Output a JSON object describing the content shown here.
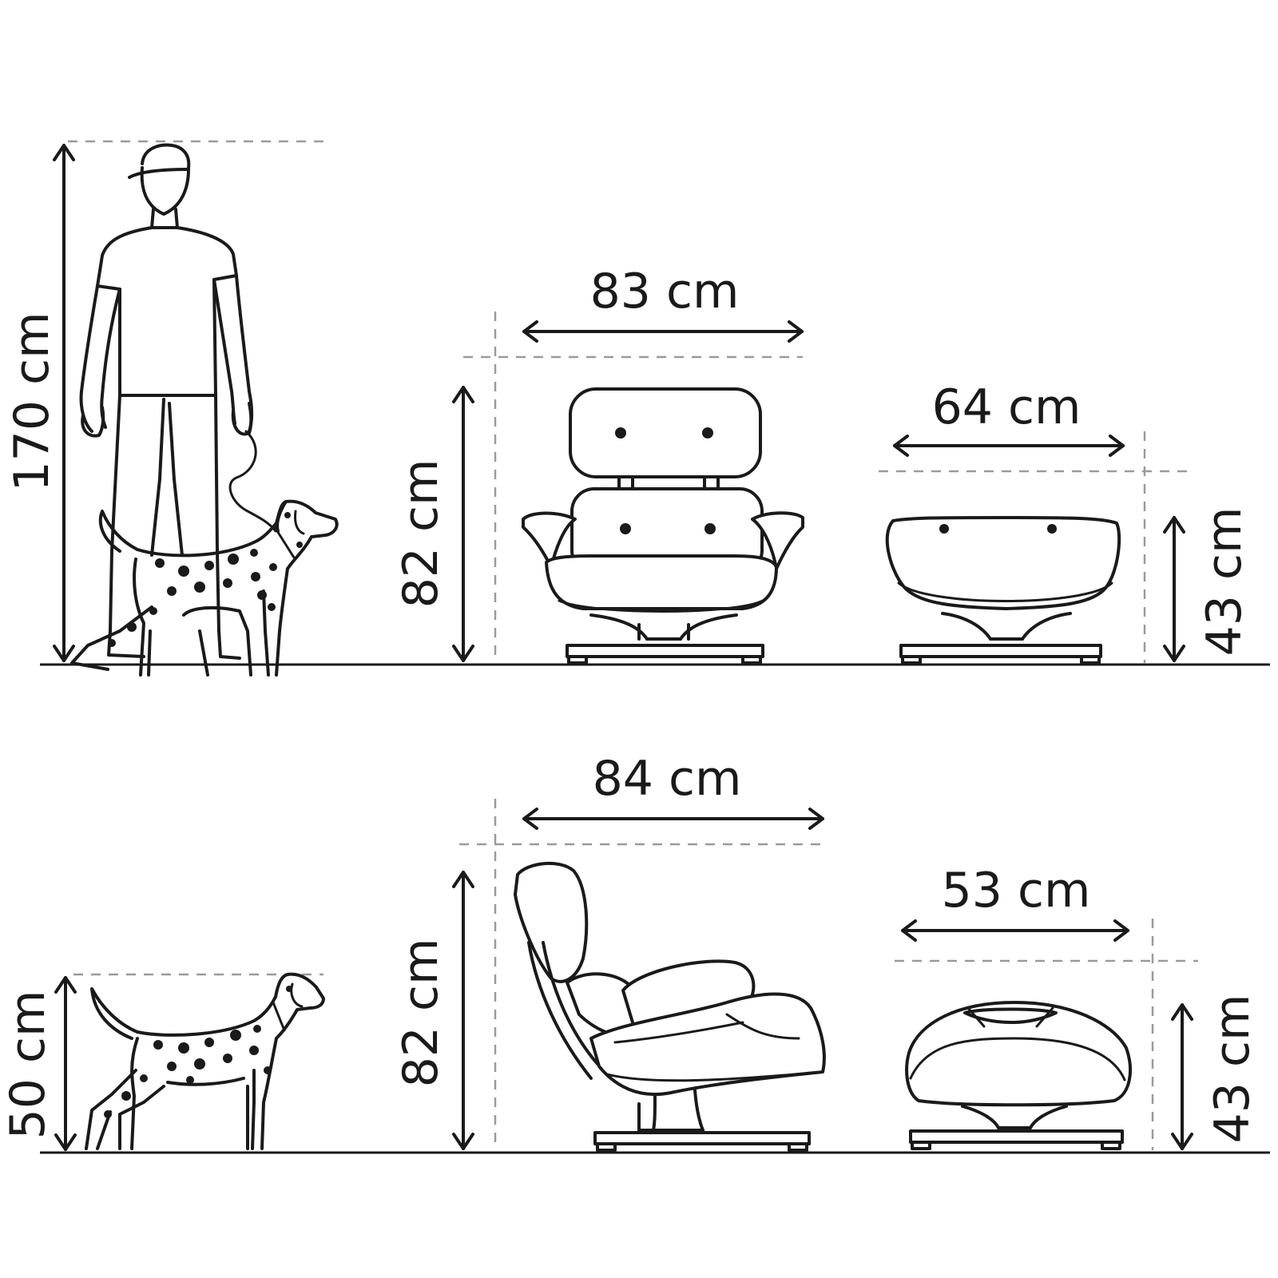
{
  "dimensions": {
    "person_height": "170 cm",
    "dog_height": "50 cm",
    "chair_front_width": "83 cm",
    "chair_front_height": "82 cm",
    "ottoman_front_width": "64 cm",
    "ottoman_front_height": "43 cm",
    "chair_side_depth": "84 cm",
    "chair_side_height": "82 cm",
    "ottoman_side_depth": "53 cm",
    "ottoman_side_height": "43 cm"
  },
  "colors": {
    "line": "#1a1a1a",
    "guide": "#9a9a9a",
    "background": "#ffffff"
  }
}
